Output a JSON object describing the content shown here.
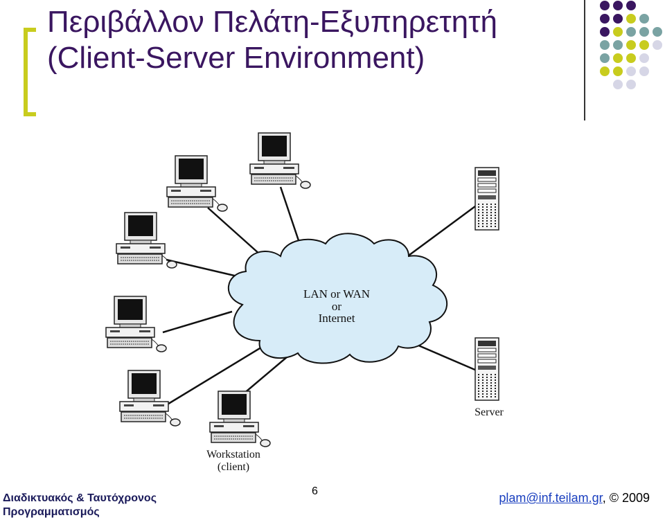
{
  "slide": {
    "title_line1": "Περιβάλλον Πελάτη-Εξυπηρετητή",
    "title_line2": "(Client-Server Environment)",
    "page_number": "6"
  },
  "diagram": {
    "cloud_line1": "LAN or WAN",
    "cloud_line2": "or",
    "cloud_line3": "Internet",
    "server_label": "Server",
    "client_label_line1": "Workstation",
    "client_label_line2": "(client)"
  },
  "footer": {
    "course_line1": "Διαδικτυακός & Ταυτόχρονος",
    "course_line2": "Προγραμματισμός",
    "email": "plam@inf.teilam.gr",
    "copyright": ", © 2009"
  },
  "colors": {
    "purple": "#3a1660",
    "olive": "#c8cc1e",
    "teal": "#7aa3a3",
    "lavender": "#d6d6e6"
  }
}
